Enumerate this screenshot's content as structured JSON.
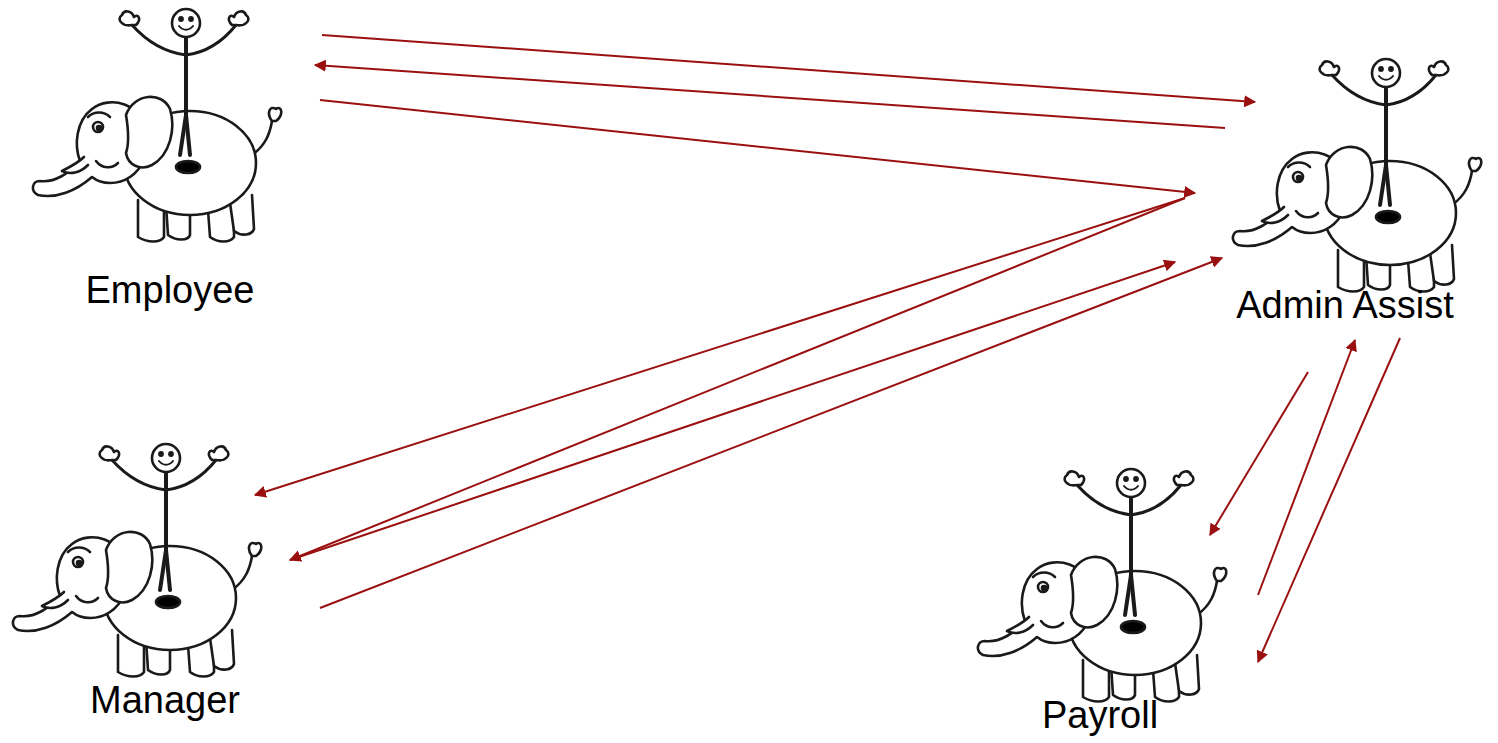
{
  "diagram": {
    "nodes": [
      {
        "text": [
          "Employee"
        ]
      },
      {
        "text": [
          "Admin Assist"
        ]
      },
      {
        "text": [
          "Manager"
        ]
      },
      {
        "text": [
          "Payroll"
        ]
      }
    ],
    "edges": [
      {
        "from": 0,
        "to": 1,
        "arrow": "to"
      },
      {
        "from": 1,
        "to": 0,
        "arrow": "to"
      },
      {
        "from": 0,
        "to": 1,
        "arrow": "to"
      },
      {
        "from": 1,
        "to": 2,
        "arrow": "to"
      },
      {
        "from": 1,
        "to": 2,
        "arrow": "to"
      },
      {
        "from": 2,
        "to": 1,
        "arrow": "to"
      },
      {
        "from": 2,
        "to": 1,
        "arrow": "to"
      },
      {
        "from": 1,
        "to": 3,
        "arrow": "to"
      },
      {
        "from": 3,
        "to": 1,
        "arrow": "to"
      },
      {
        "from": 1,
        "to": 3,
        "arrow": "to"
      }
    ]
  }
}
